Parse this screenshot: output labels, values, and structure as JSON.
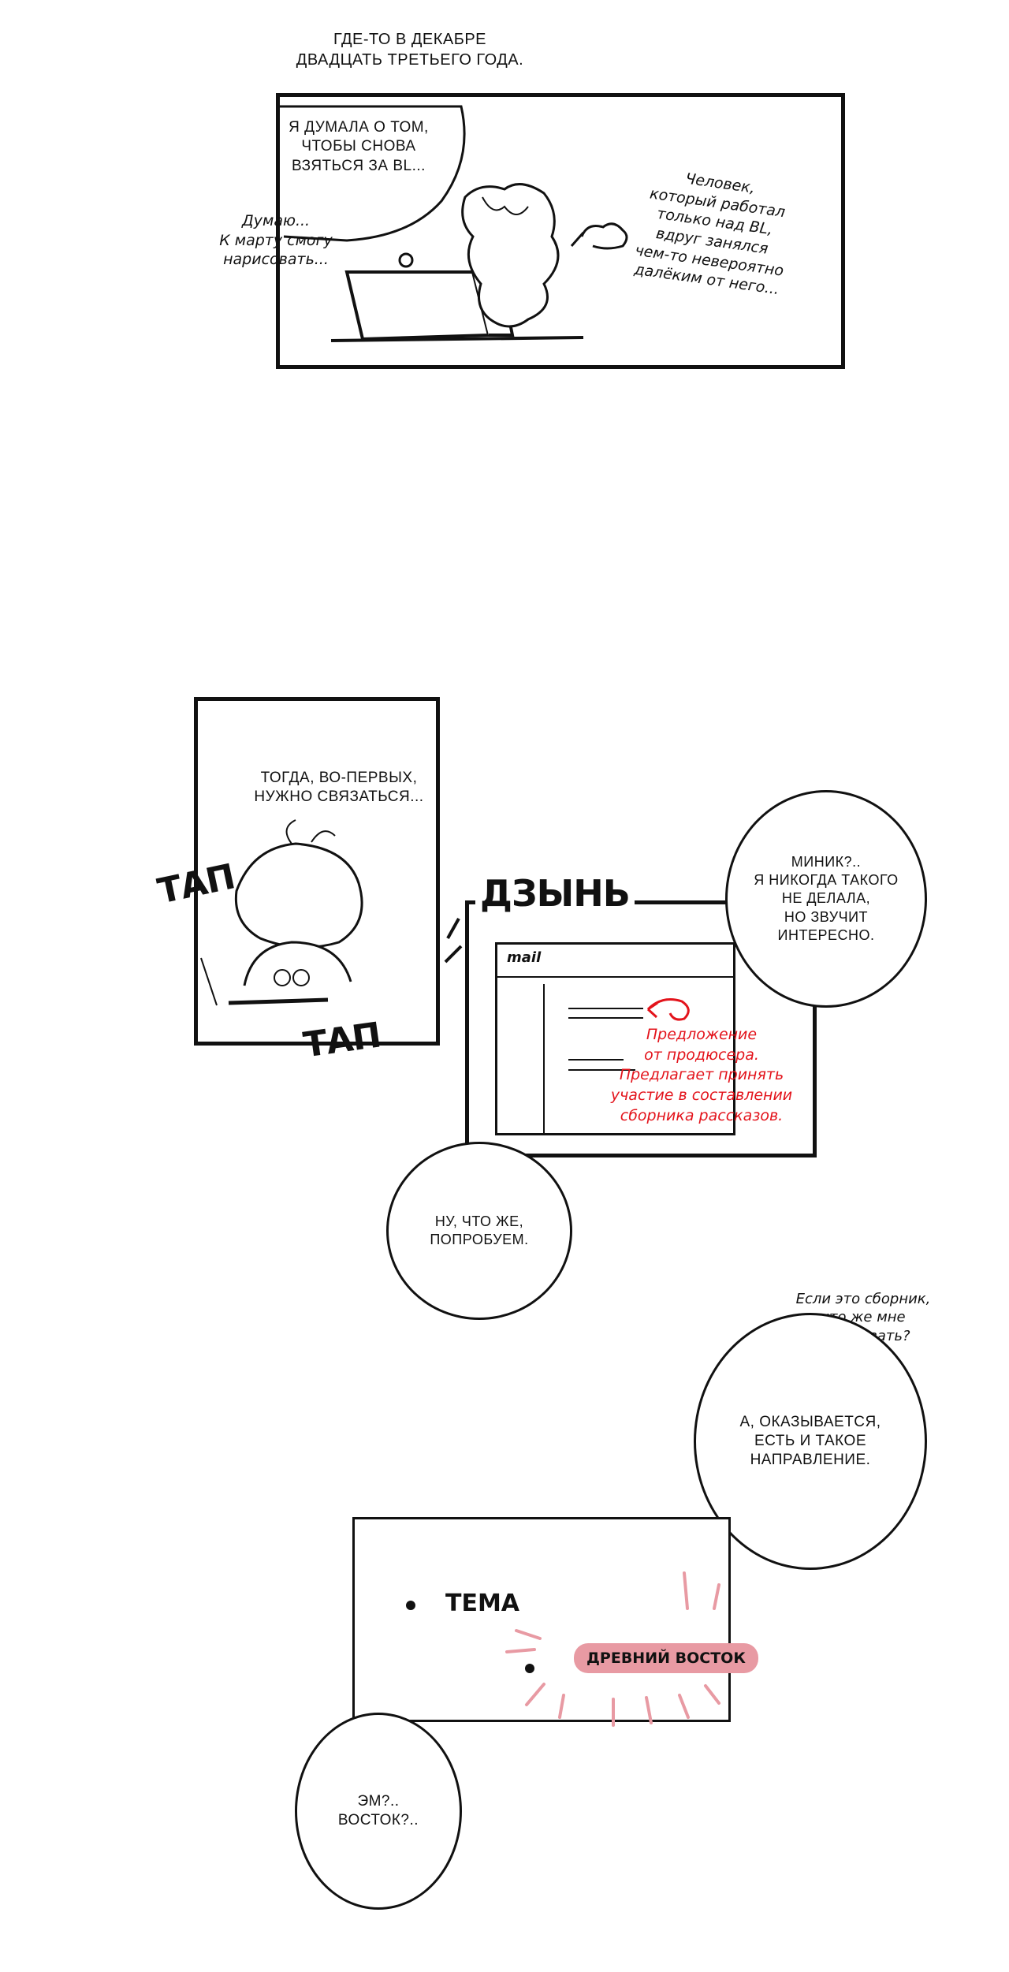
{
  "caption_top": "ГДЕ-ТО В ДЕКАБРЕ\nДВАДЦАТЬ ТРЕТЬЕГО ГОДА.",
  "panel1": {
    "thought": "Я ДУМАЛА О ТОМ,\nЧТОБЫ СНОВА\nВЗЯТЬСЯ ЗА BL...",
    "side_note": "Думаю...\nК марту смогу\nнарисовать...",
    "narration": "Человек,\nкоторый работал\nтолько над BL,\nвдруг занялся\nчем-то невероятно\nдалёким от него..."
  },
  "panel2": {
    "text": "ТОГДА, ВО-ПЕРВЫХ,\nНУЖНО СВЯЗАТЬСЯ...",
    "sfx_left": "ТАП",
    "sfx_bottom": "ТАП"
  },
  "panel3": {
    "sfx": "ДЗЫНЬ",
    "mail_label": "mail",
    "red_note": "Предложение\nот продюсера.\nПредлагает принять\nучастие в составлении\nсборника рассказов."
  },
  "bubble_minik": "МИНИК?..\nЯ НИКОГДА ТАКОГО\nНЕ ДЕЛАЛА,\nНО ЗВУЧИТ\nИНТЕРЕСНО.",
  "bubble_try": "НУ, ЧТО ЖЕ,\nПОПРОБУЕМ.",
  "side_question": "Если это сборник,\nчто же мне\nнарисовать?",
  "bubble_direction": "А, ОКАЗЫВАЕТСЯ,\nЕСТЬ И ТАКОЕ\nНАПРАВЛЕНИЕ.",
  "panel4": {
    "topic_label": "ТЕМА",
    "topic_value": "ДРЕВНИЙ ВОСТОК",
    "accent_color": "#e89aa3"
  },
  "bubble_east": "ЭМ?..\nВОСТОК?.."
}
